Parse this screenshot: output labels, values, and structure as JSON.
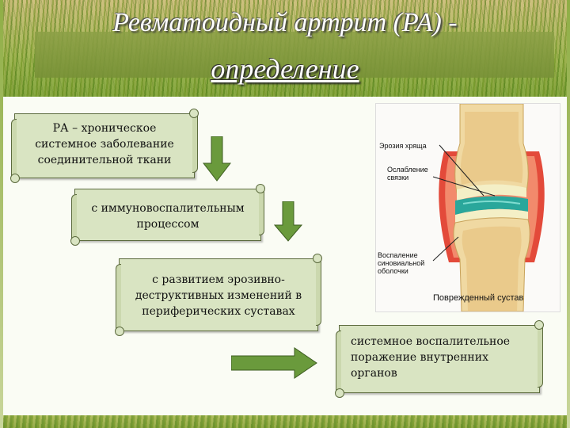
{
  "slide": {
    "title_line1": "Ревматоидный артрит (РА) -",
    "title_line2": "определение"
  },
  "cards": {
    "card1": "РА – хроническое системное заболевание соединительной ткани",
    "card2": "с иммуновоспалительным процессом",
    "card3": "с развитием эрозивно-деструктивных изменений в периферических суставах",
    "card4": "системное воспалительное поражение внутренних органов"
  },
  "figure": {
    "label_erosion": "Эрозия хряща",
    "label_ligament": "Ослабление связки",
    "label_synovium": "Воспаление синовиальной оболочки",
    "label_caption": "Поврежденный сустав"
  },
  "colors": {
    "card_fill": "#d9e4c2",
    "arrow_fill": "#6a9a3c",
    "title_band": "#8ea247"
  }
}
